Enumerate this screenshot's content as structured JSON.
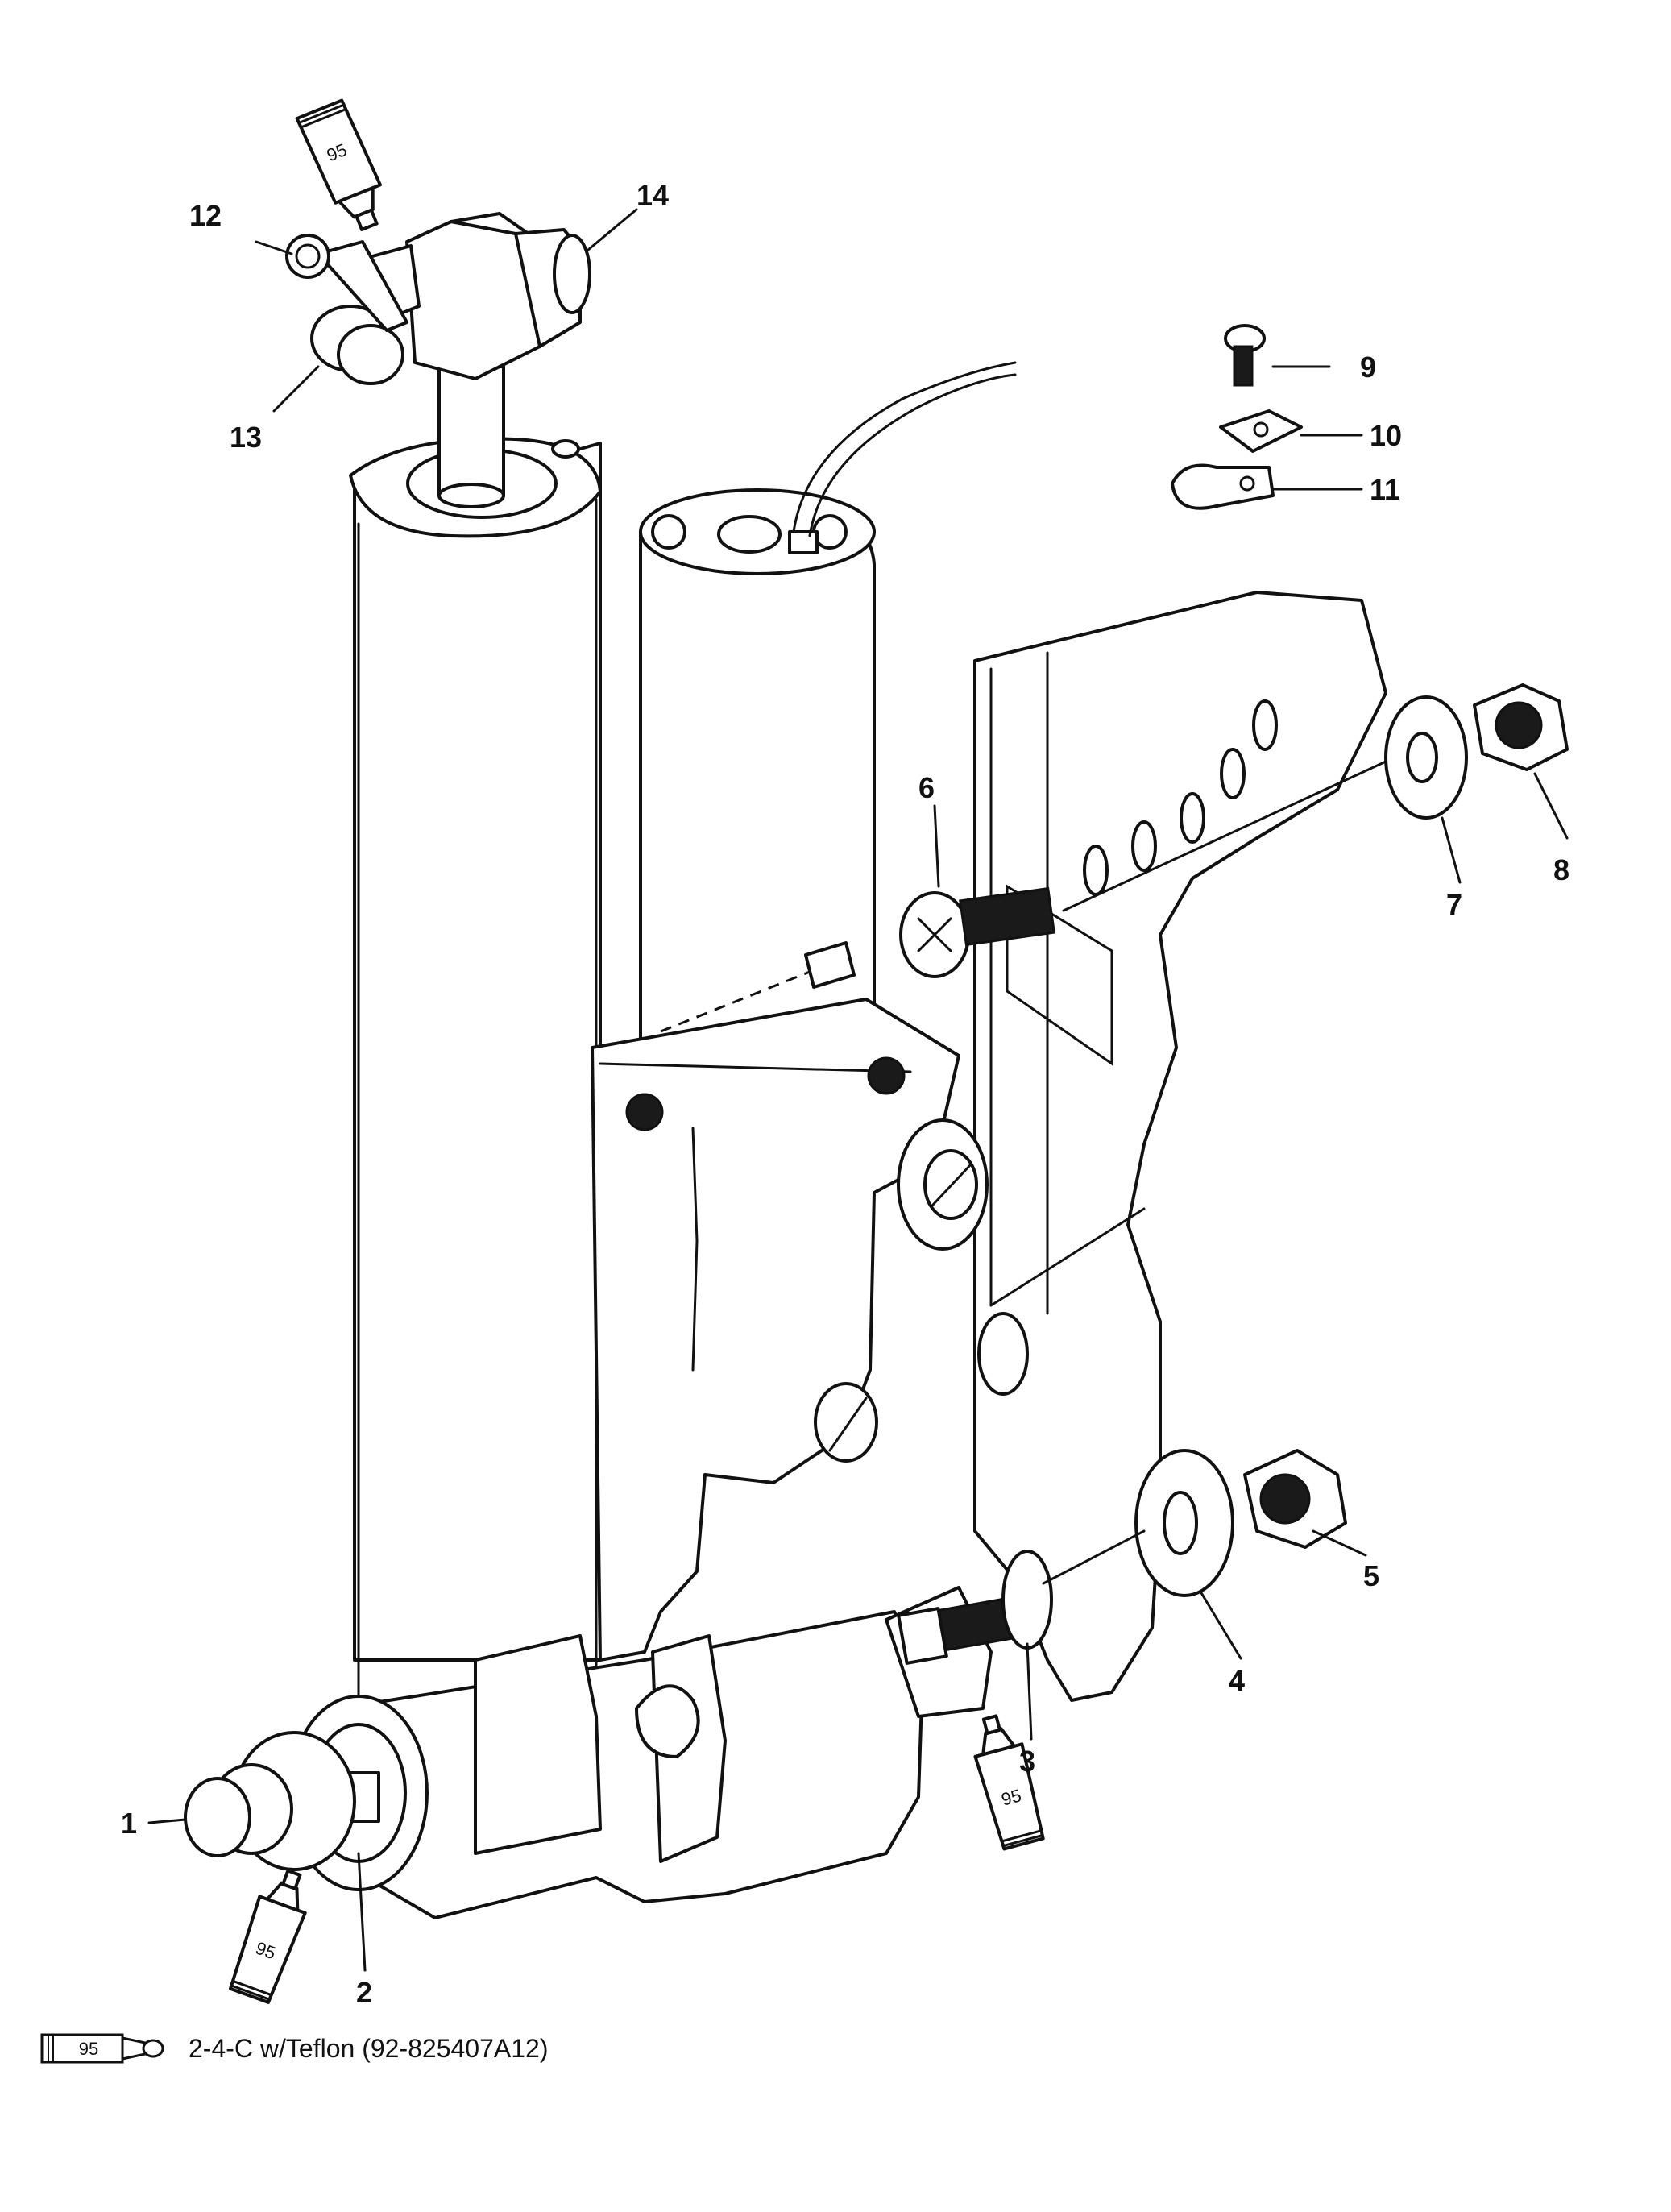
{
  "callouts": {
    "c1": "1",
    "c2": "2",
    "c3": "3",
    "c4": "4",
    "c5": "5",
    "c6": "6",
    "c7": "7",
    "c8": "8",
    "c9": "9",
    "c10": "10",
    "c11": "11",
    "c12": "12",
    "c13": "13",
    "c14": "14"
  },
  "lubricant_tube_label": "95",
  "legend": {
    "tube_label": "95",
    "text": "2-4-C w/Teflon (92-825407A12)"
  }
}
